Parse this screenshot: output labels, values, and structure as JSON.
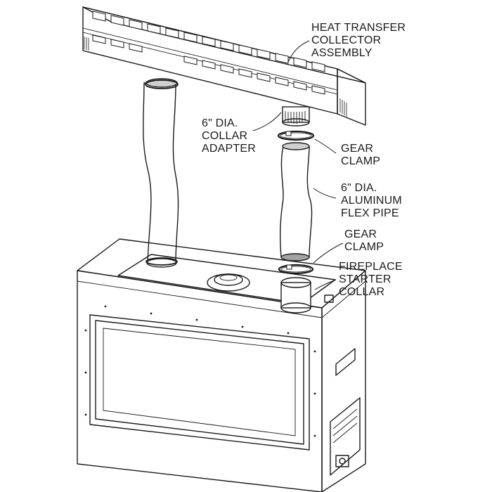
{
  "labels": {
    "heat_transfer": [
      "HEAT TRANSFER",
      "COLLECTOR",
      "ASSEMBLY"
    ],
    "collar_adapter": [
      "6\" DIA.",
      "COLLAR",
      "ADAPTER"
    ],
    "gear_clamp_top": [
      "GEAR",
      "CLAMP"
    ],
    "flex_pipe": [
      "6\" DIA.",
      "ALUMINUM",
      "FLEX PIPE"
    ],
    "gear_clamp_bottom": [
      "GEAR",
      "CLAMP"
    ],
    "starter_collar": [
      "FIREPLACE",
      "STARTER",
      "COLLAR"
    ]
  },
  "colors": {
    "line": "#1a1a1a",
    "pipe_fill": "#a3a3a3",
    "panel_fill": "#ffffff"
  }
}
